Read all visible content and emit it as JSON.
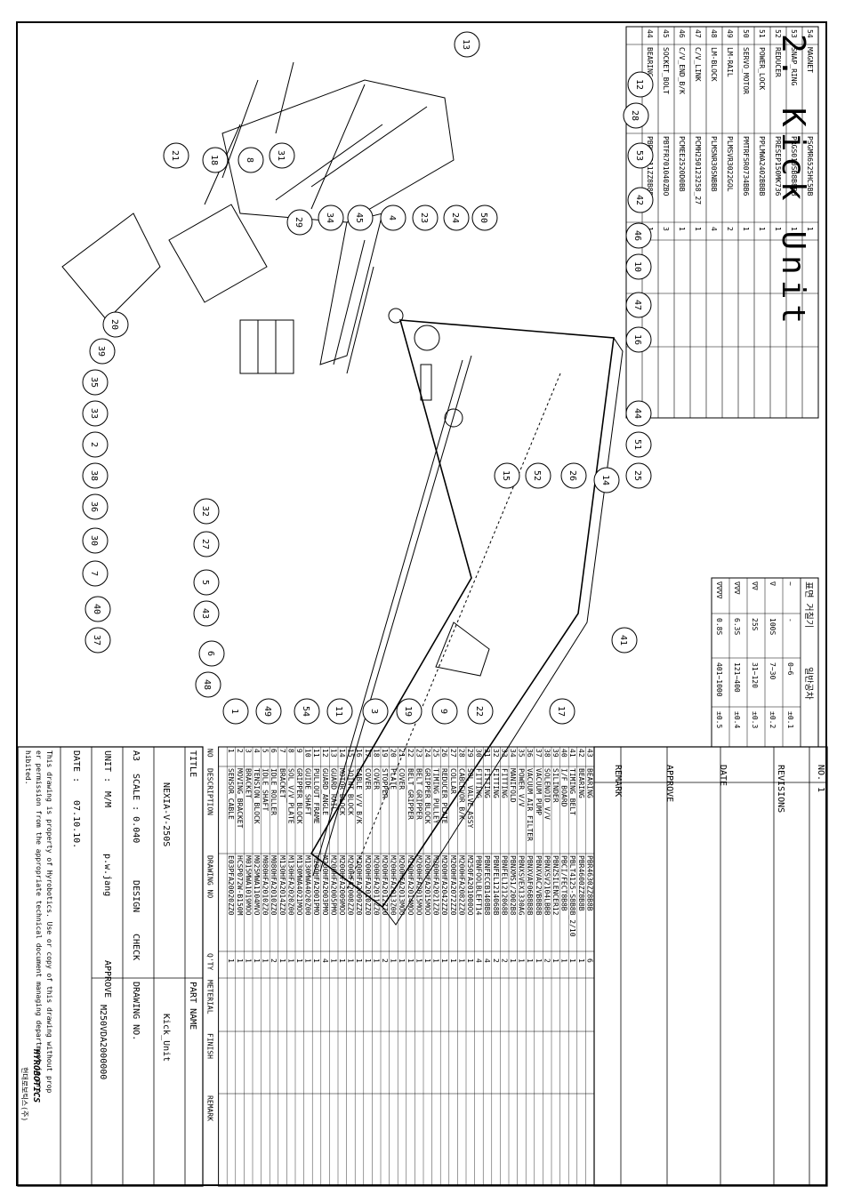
{
  "title": "2. Kick Unit",
  "revisions": {
    "headers": [
      "NO.",
      "REVISIONS",
      "DATE",
      "APPROVE",
      "REMARK"
    ],
    "rows": [
      [
        "1",
        "",
        "",
        "",
        ""
      ]
    ]
  },
  "bom_right": [
    [
      "43",
      "BEARING",
      "PBR4630ZZ8B8B",
      "6"
    ],
    [
      "42",
      "BEARING",
      "PBR4600ZZ8B8B",
      "1"
    ],
    [
      "41",
      "TIMING_BELT",
      "PBLT4125-S8B8B_2/10",
      "1"
    ],
    [
      "40",
      "I/F_BOARD",
      "PBCI/FECT8B8B",
      "1"
    ],
    [
      "39",
      "SILINDER",
      "PBNZSILENCER12",
      "1"
    ],
    [
      "38",
      "SOLENOID_V/V",
      "PBNXSV2104LBBB",
      "2"
    ],
    [
      "37",
      "VACUUM_PUMP",
      "PBNXVAC2VB8B8B",
      "1"
    ],
    [
      "36",
      "VACUUM_AIR_FILTER",
      "PBNXVAF06B8B8B",
      "1"
    ],
    [
      "35",
      "POWER_V/V",
      "PBNXSVEX1330AG",
      "1"
    ],
    [
      "34",
      "MANIFOLD",
      "PBNXMS1/2002B8",
      "1"
    ],
    [
      "33",
      "FITTING",
      "PBNFEL1212068B",
      "2"
    ],
    [
      "32",
      "FITTING",
      "PBNFEL1214068B",
      "2"
    ],
    [
      "31",
      "FITTING",
      "PBNFECCB1408B8",
      "4"
    ],
    [
      "30",
      "FITTING",
      "PBNFOOLBLEFT14",
      "4"
    ],
    [
      "29",
      "SOL_VALVE_ASSY",
      "M250FA201000OO",
      "1"
    ],
    [
      "28",
      "CABLEVOR_B/K",
      "M200HFA2082ZZ0",
      "1"
    ],
    [
      "27",
      "COLLAR",
      "M200HFA2072ZZ0",
      "1"
    ],
    [
      "26",
      "REDUCER_PLATE",
      "M200HFA2042ZZ0",
      "1"
    ],
    [
      "25",
      "TIMING_PULLEY",
      "M200HFA2021ZZ0",
      "1"
    ],
    [
      "24",
      "GRIPPER_BLOCK",
      "M200HFA2015MOO",
      "1"
    ],
    [
      "23",
      "BELT_GRIPPER",
      "M200HFA2015MOO",
      "1"
    ],
    [
      "22",
      "BELT_GRIPPER",
      "M200HFA2014MOO",
      "1"
    ],
    [
      "21",
      "COVER",
      "M200HFA2013MOO",
      "1"
    ],
    [
      "20",
      "PLATE",
      "M200HFA2013Z00",
      "1"
    ],
    [
      "19",
      "STOPPER",
      "M200HFA2012ZZ0",
      "2"
    ],
    [
      "18",
      "COVER",
      "M200HFA2011ZZ0",
      "1"
    ],
    [
      "17",
      "COVER",
      "M200HFA2010ZZ0",
      "1"
    ],
    [
      "16",
      "CABLE_V/V_B/K",
      "M200HFA2009ZZ0",
      "1"
    ],
    [
      "15",
      "JOINT_BLOCK",
      "M200HFA2008ZZ0",
      "1"
    ],
    [
      "14",
      "MOTOR_BLOCK",
      "M200HFA2009MOO",
      "1"
    ],
    [
      "13",
      "GUARD_RAIL",
      "M200HFA2005PMO",
      "1"
    ],
    [
      "12",
      "GUARD_ANGLE",
      "M200HFA2003PMO",
      "4"
    ],
    [
      "11",
      "PULLOUT_FRAME",
      "M200HFA2001PMO",
      "1"
    ],
    [
      "10",
      "GUIDE_SHAFT",
      "M130MWA4020Z00",
      "1"
    ],
    [
      "9",
      "GRIPPER_BLOCK",
      "M130MWA4021MOO",
      "1"
    ],
    [
      "8",
      "SOL_V/V_PLATE",
      "M130HFA2020Z00",
      "1"
    ],
    [
      "7",
      "BRACKET",
      "M130HFA2014ZZ0",
      "1"
    ],
    [
      "6",
      "IDLE_ROLLER",
      "M080HFA2010ZZ0",
      "2"
    ],
    [
      "5",
      "IDLE_SHAFT",
      "M080HFA2010ZZ0",
      "1"
    ],
    [
      "4",
      "TENSION_BLOCK",
      "M025MWA1104MVO",
      "1"
    ],
    [
      "3",
      "BRACKET",
      "M015MWA1019MOO",
      "1"
    ],
    [
      "2",
      "MOVING_BRACKET",
      "HCSP072W-B150M",
      "1"
    ],
    [
      "1",
      "SENSOR_CABLE",
      "E03PFA20020ZZ0",
      "1"
    ]
  ],
  "bom_right_headers": [
    "NO",
    "DESCRIPTION",
    "DRAWING NO",
    "Q'TY",
    "METERIAL",
    "FINISH",
    "REMARK"
  ],
  "bom_left": [
    [
      "54",
      "MAGNET",
      "PSGMR6525HC5BB",
      "1"
    ],
    [
      "53",
      "SNAP_RING",
      "PRGS010SB8B8BB",
      "1"
    ],
    [
      "52",
      "REDUCER",
      "PRESEP150MK736",
      "1"
    ],
    [
      "51",
      "POWER_LOCK",
      "PPLMWA2402BBBB",
      "1"
    ],
    [
      "50",
      "SERVO_MOTOR",
      "PMTRFSR0734BB6",
      "1"
    ],
    [
      "49",
      "LM-RAIL",
      "PLMSVR3022GOL",
      "2"
    ],
    [
      "48",
      "LM-BLOCK",
      "PLMSNR30SNBBB",
      "4"
    ],
    [
      "47",
      "C/V_LINK",
      "PCMH250123258_27",
      "1"
    ],
    [
      "46",
      "C/V_END_B/K",
      "PCMEE2520D0BB",
      "1"
    ],
    [
      "45",
      "SOCKET_BOLT",
      "PBTFR701040ZBO",
      "3"
    ],
    [
      "44",
      "BEARING",
      "PBRW6911ZZ8B8B",
      "1"
    ]
  ],
  "surface": {
    "header": [
      "표면 거칠기",
      "일반공차"
    ],
    "rows": [
      [
        "~",
        "-",
        "0~6",
        "±0.1"
      ],
      [
        "∇",
        "100S",
        "7~30",
        "±0.2"
      ],
      [
        "∇∇",
        "25S",
        "31~120",
        "±0.3"
      ],
      [
        "∇∇∇",
        "6.3S",
        "121~400",
        "±0.4"
      ],
      [
        "∇∇∇∇",
        "0.8S",
        "401~1000",
        "±0.5"
      ]
    ]
  },
  "title_block": {
    "title_label": "TITLE",
    "title_value": "NEXIA-V-250S",
    "part_name_label": "PART NAME",
    "part_name_value": "Kick_Unit",
    "sheet_size": "A3",
    "scale": "SCALE : 0.040",
    "design_label": "DESIGN",
    "check_label": "CHECK",
    "approve_label": "APPROVE",
    "drawing_no_label": "DRAWING NO.",
    "drawing_no_value": "M250VDA2000000",
    "unit": "UNIT :",
    "unit_value": "M/M",
    "designer": "p.w.jang",
    "date_label": "DATE :",
    "date_value": "07.10.10.",
    "notice": "This drawing is property of Hyrobotics. Use or copy of this drawing without proper permission from the appropriate technical document managing department is prohibited.",
    "logo_text": "HYROBOTICS",
    "logo_sub": "현대로보틱스(주)"
  },
  "balloons": [
    "13",
    "12",
    "28",
    "53",
    "42",
    "46",
    "10",
    "47",
    "16",
    "44",
    "51",
    "25",
    "14",
    "26",
    "52",
    "15",
    "50",
    "24",
    "23",
    "4",
    "45",
    "34",
    "29",
    "31",
    "8",
    "18",
    "21",
    "20",
    "39",
    "35",
    "33",
    "2",
    "38",
    "36",
    "30",
    "7",
    "40",
    "37",
    "32",
    "27",
    "5",
    "43",
    "6",
    "48",
    "1",
    "49",
    "54",
    "11",
    "3",
    "19",
    "9",
    "22",
    "17",
    "41"
  ]
}
